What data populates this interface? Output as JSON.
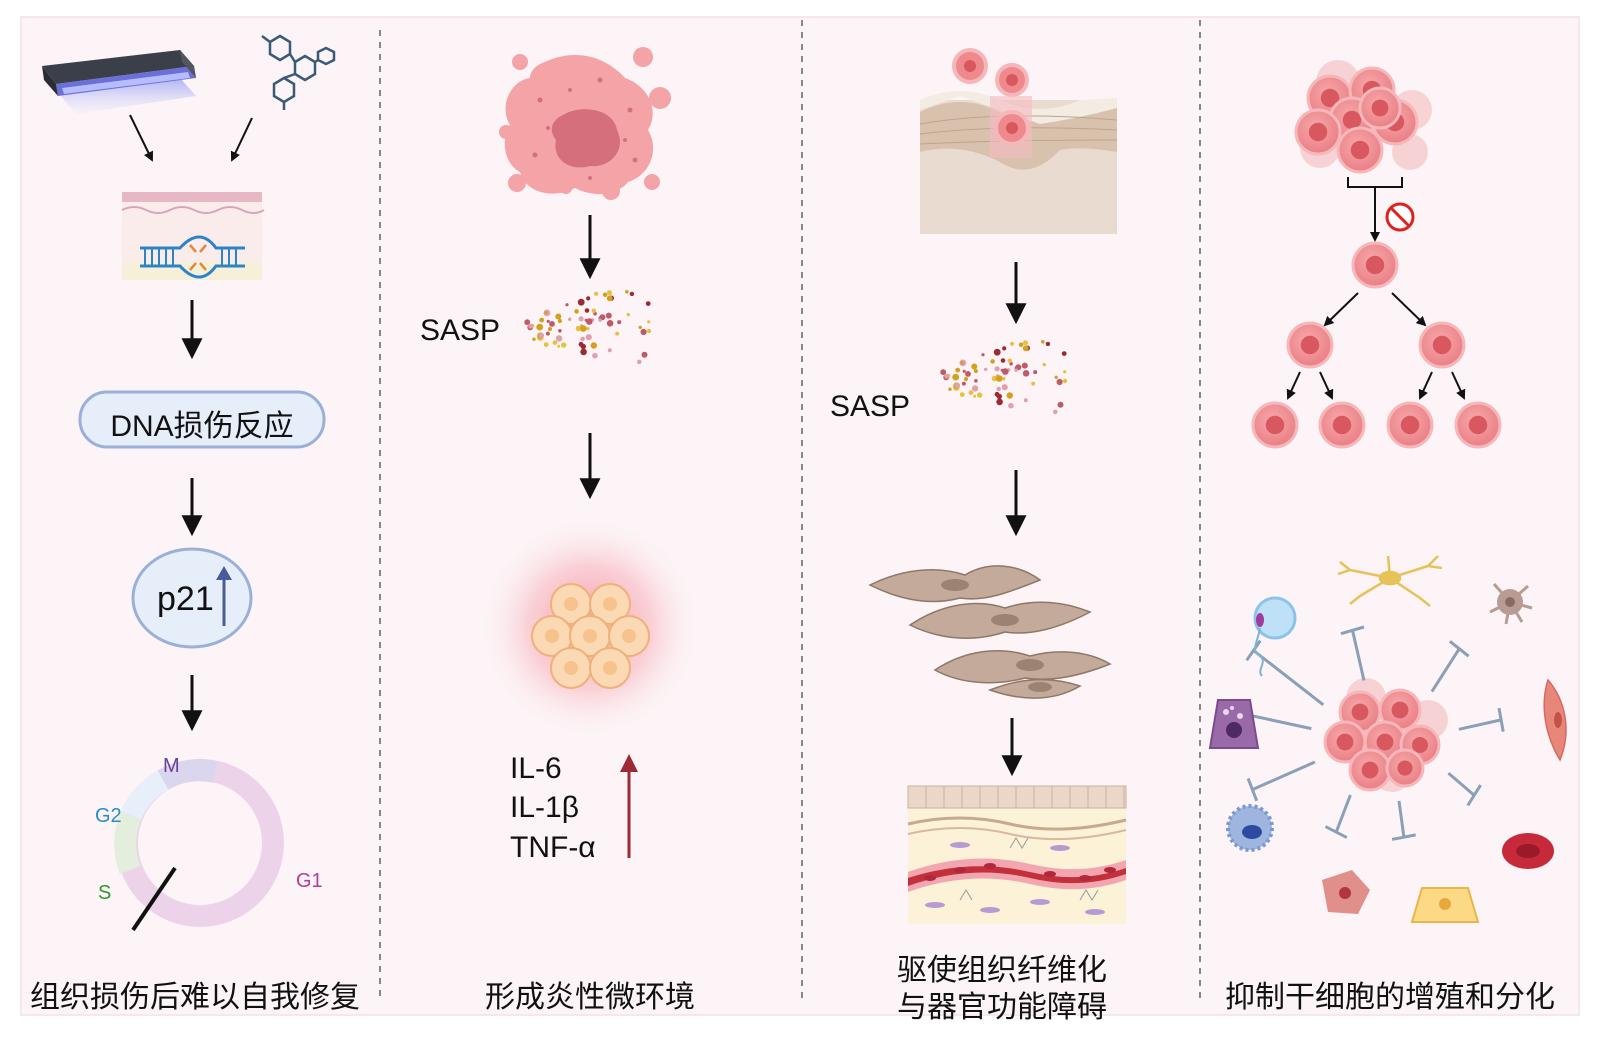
{
  "panel1": {
    "dna_response": "DNA损伤反应",
    "p21": "p21",
    "phases": {
      "m": "M",
      "g2": "G2",
      "s": "S",
      "g1": "G1"
    },
    "caption": "组织损伤后难以自我修复"
  },
  "panel2": {
    "sasp": "SASP",
    "cytokines": [
      "IL-6",
      "IL-1β",
      "TNF-α"
    ],
    "caption": "形成炎性微环境"
  },
  "panel3": {
    "sasp": "SASP",
    "caption_line1": "驱使组织纤维化",
    "caption_line2": "与器官功能障碍"
  },
  "panel4": {
    "caption": "抑制干细胞的增殖和分化"
  },
  "colors": {
    "cell_fill": "#ee8a8e",
    "cell_nucleus": "#d9575f",
    "fibroblast": "#c4aa9a",
    "inhibit_line": "#8aa0b8",
    "up_arrow_red": "#9b2a34",
    "up_arrow_blue": "#4a5a9a",
    "oval_fill": "#e6eefa",
    "oval_stroke": "#9ab0d8"
  },
  "icons": [
    "uv-lamp-icon",
    "chemical-molecule-icon",
    "dna-damage-icon",
    "senescent-cell-icon",
    "sasp-particles-icon",
    "inflamed-cell-cluster-icon",
    "skin-tissue-icon",
    "fibroblast-icon",
    "fibrotic-tissue-icon",
    "stem-cell-cluster-icon",
    "no-sign-icon",
    "inhibit-icon"
  ]
}
